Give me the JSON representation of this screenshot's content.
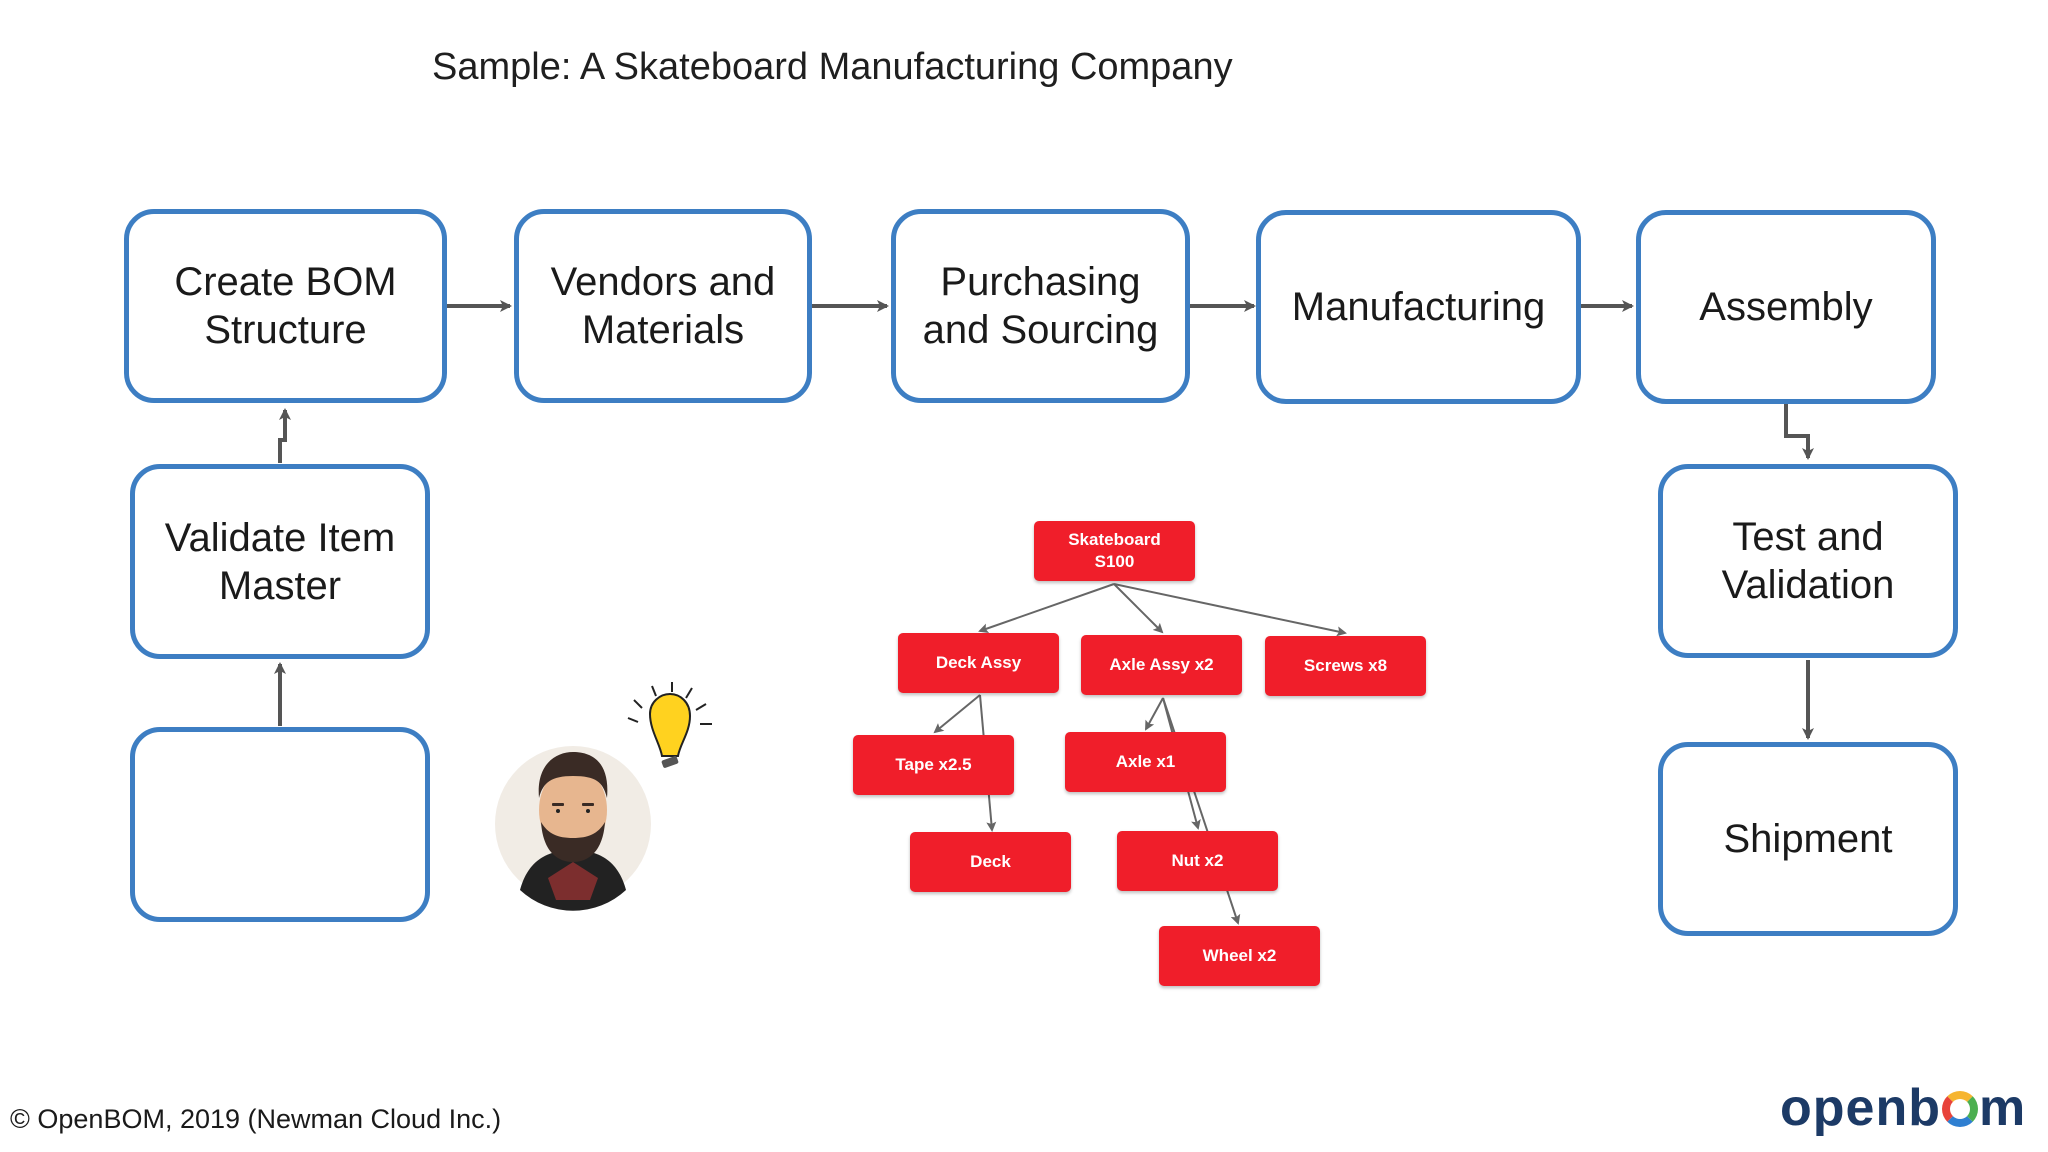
{
  "title": "Sample: A Skateboard Manufacturing Company",
  "process_steps": {
    "create_bom": "Create BOM\nStructure",
    "vendors": "Vendors and\nMaterials",
    "purchasing": "Purchasing\nand Sourcing",
    "manufacturing": "Manufacturing",
    "assembly": "Assembly",
    "validate": "Validate Item\nMaster",
    "test": "Test and\nValidation",
    "shipment": "Shipment"
  },
  "bom_tree": {
    "root": "Skateboard\nS100",
    "deck_assy": "Deck Assy",
    "axle_assy": "Axle Assy x2",
    "screws": "Screws x8",
    "tape": "Tape x2.5",
    "deck": "Deck",
    "axle": "Axle x1",
    "nut": "Nut x2",
    "wheel": "Wheel x2"
  },
  "footer": {
    "copyright": "© OpenBOM, 2019 (Newman Cloud Inc.)",
    "logo_prefix": "openb",
    "logo_suffix": "m"
  },
  "colors": {
    "box_border": "#3d7ec3",
    "bom_node": "#f01e2a",
    "arrow": "#555555"
  },
  "icons": [
    "skateboard-icon",
    "engineer-avatar",
    "lightbulb-icon"
  ]
}
